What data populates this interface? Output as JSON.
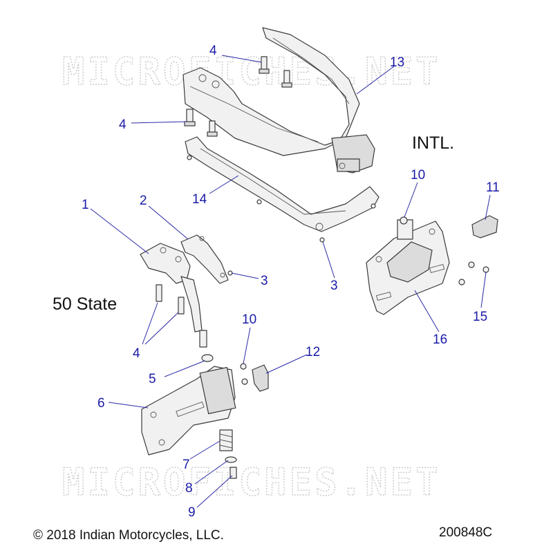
{
  "watermark": {
    "text": "MICROFICHES.NET"
  },
  "labels": {
    "intl": "INTL.",
    "fifty_state": "50 State"
  },
  "callouts": {
    "c1": "1",
    "c2": "2",
    "c3a": "3",
    "c3b": "3",
    "c4a": "4",
    "c4b": "4",
    "c4c": "4",
    "c5": "5",
    "c6": "6",
    "c7": "7",
    "c8": "8",
    "c9": "9",
    "c10a": "10",
    "c10b": "10",
    "c11": "11",
    "c12": "12",
    "c13": "13",
    "c14": "14",
    "c15": "15",
    "c16": "16"
  },
  "footer": {
    "copyright": "© 2018 Indian Motorcycles, LLC.",
    "diagram_id": "200848C"
  }
}
